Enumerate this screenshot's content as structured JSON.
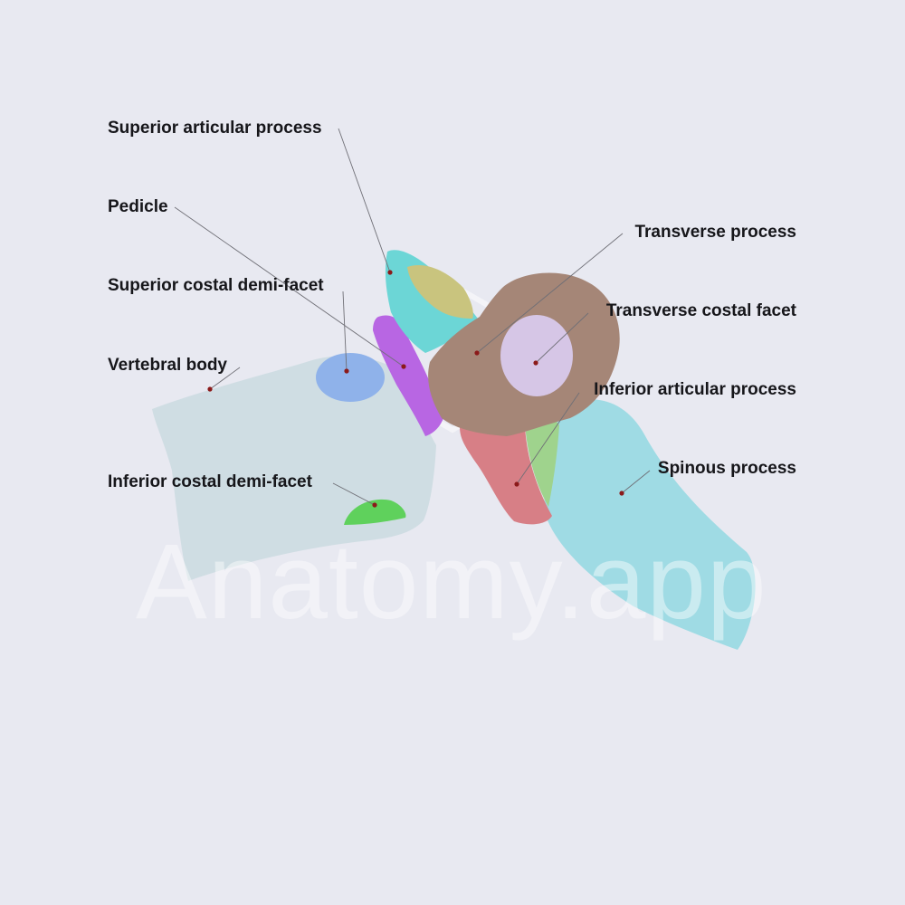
{
  "watermark": "Anatomy.app",
  "labels": {
    "superior_articular_process": "Superior articular process",
    "pedicle": "Pedicle",
    "superior_costal_demi_facet": "Superior costal demi-facet",
    "vertebral_body": "Vertebral body",
    "inferior_costal_demi_facet": "Inferior costal demi-facet",
    "transverse_process": "Transverse process",
    "transverse_costal_facet": "Transverse costal facet",
    "inferior_articular_process": "Inferior articular process",
    "spinous_process": "Spinous process"
  },
  "colors": {
    "background": "#e8e9f1",
    "vertebral_body": "#cfdde3",
    "superior_articular_process": "#6cd6d6",
    "superior_articular_facet": "#c9c47e",
    "pedicle": "#b866e3",
    "superior_costal_demi_facet": "#8fb2ea",
    "inferior_costal_demi_facet": "#5fd15c",
    "transverse_process": "#a58677",
    "transverse_costal_facet": "#d6c6e6",
    "inferior_articular_process": "#d77f86",
    "inferior_articular_facet": "#9fd38d",
    "spinous_process": "#9fdbe4",
    "marker": "#8b1a1a",
    "leader_line": "#6f6f76"
  }
}
